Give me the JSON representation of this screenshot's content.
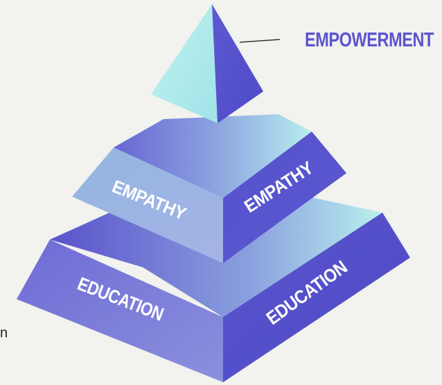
{
  "diagram": {
    "top_label": "EMPOWERMENT",
    "middle_left_label": "EMPATHY",
    "middle_right_label": "EMPATHY",
    "bottom_left_label": "EDUCATION",
    "bottom_right_label": "EDUCATION",
    "stray_text": "n"
  },
  "colors": {
    "background": "#f2f2ee",
    "dark_face": "#5b55cf",
    "mid_face": "#7d7ad9",
    "light_face": "#b6eeee",
    "label_color": "#5b55cf"
  }
}
